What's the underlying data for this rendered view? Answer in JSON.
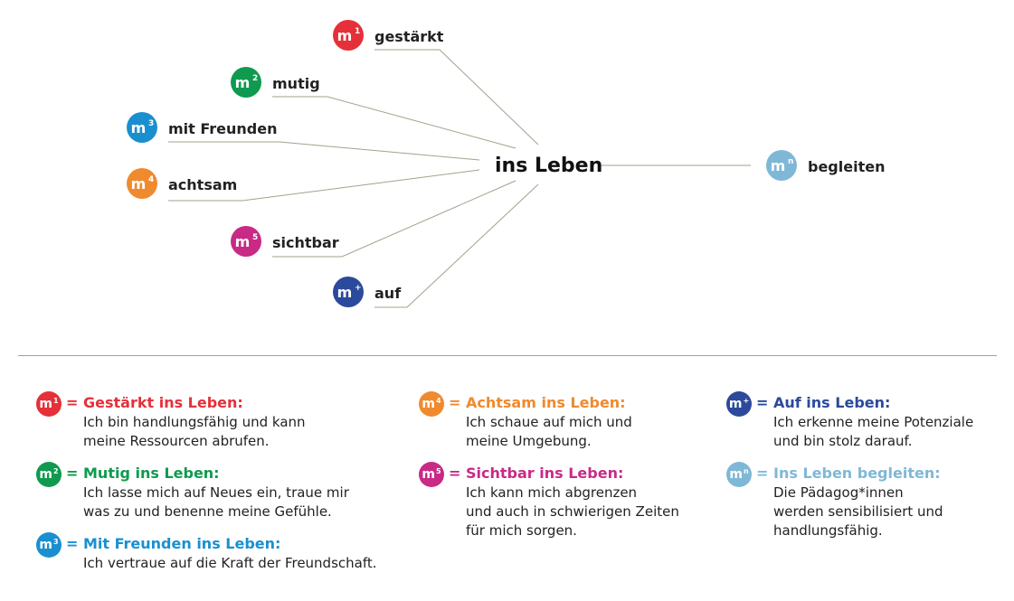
{
  "diagram": {
    "center": {
      "label": "ins Leben"
    },
    "nodes": [
      {
        "id": "m1",
        "badge": "m",
        "sup": "1",
        "label": "gestärkt",
        "color": "#e5303a"
      },
      {
        "id": "m2",
        "badge": "m",
        "sup": "2",
        "label": "mutig",
        "color": "#0f9a4f"
      },
      {
        "id": "m3",
        "badge": "m",
        "sup": "3",
        "label": "mit Freunden",
        "color": "#1a8fd0"
      },
      {
        "id": "m4",
        "badge": "m",
        "sup": "4",
        "label": "achtsam",
        "color": "#f08a2e"
      },
      {
        "id": "m5",
        "badge": "m",
        "sup": "5",
        "label": "sichtbar",
        "color": "#c82a86"
      },
      {
        "id": "mplus",
        "badge": "m",
        "sup": "+",
        "label": "auf",
        "color": "#2b4a9c"
      }
    ],
    "right_node": {
      "id": "mn",
      "badge": "m",
      "sup": "n",
      "label": "begleiten",
      "color": "#7fb8d6"
    }
  },
  "legend": {
    "equals": "=",
    "items": [
      {
        "sup": "1",
        "title": "Gestärkt ins Leben:",
        "desc": [
          "Ich bin handlungsfähig und kann",
          "meine Ressourcen abrufen."
        ],
        "color": "#e5303a"
      },
      {
        "sup": "2",
        "title": "Mutig ins Leben:",
        "desc": [
          "Ich lasse mich auf Neues ein, traue mir",
          "was zu und benenne meine Gefühle."
        ],
        "color": "#0f9a4f"
      },
      {
        "sup": "3",
        "title": "Mit Freunden ins Leben:",
        "desc": [
          "Ich vertraue auf die Kraft der Freundschaft."
        ],
        "color": "#1a8fd0"
      },
      {
        "sup": "4",
        "title": "Achtsam ins Leben:",
        "desc": [
          "Ich schaue auf mich und",
          "meine Umgebung."
        ],
        "color": "#f08a2e"
      },
      {
        "sup": "5",
        "title": "Sichtbar ins Leben:",
        "desc": [
          "Ich kann mich abgrenzen",
          "und auch in schwierigen Zeiten",
          "für mich sorgen."
        ],
        "color": "#c82a86"
      },
      {
        "sup": "+",
        "title": "Auf ins Leben:",
        "desc": [
          "Ich erkenne meine Potenziale",
          "und bin stolz darauf."
        ],
        "color": "#2b4a9c"
      },
      {
        "sup": "n",
        "title": "Ins Leben begleiten:",
        "desc": [
          "Die Pädagog*innen",
          "werden sensibilisiert und",
          "handlungsfähig."
        ],
        "color": "#7fb8d6"
      }
    ]
  }
}
